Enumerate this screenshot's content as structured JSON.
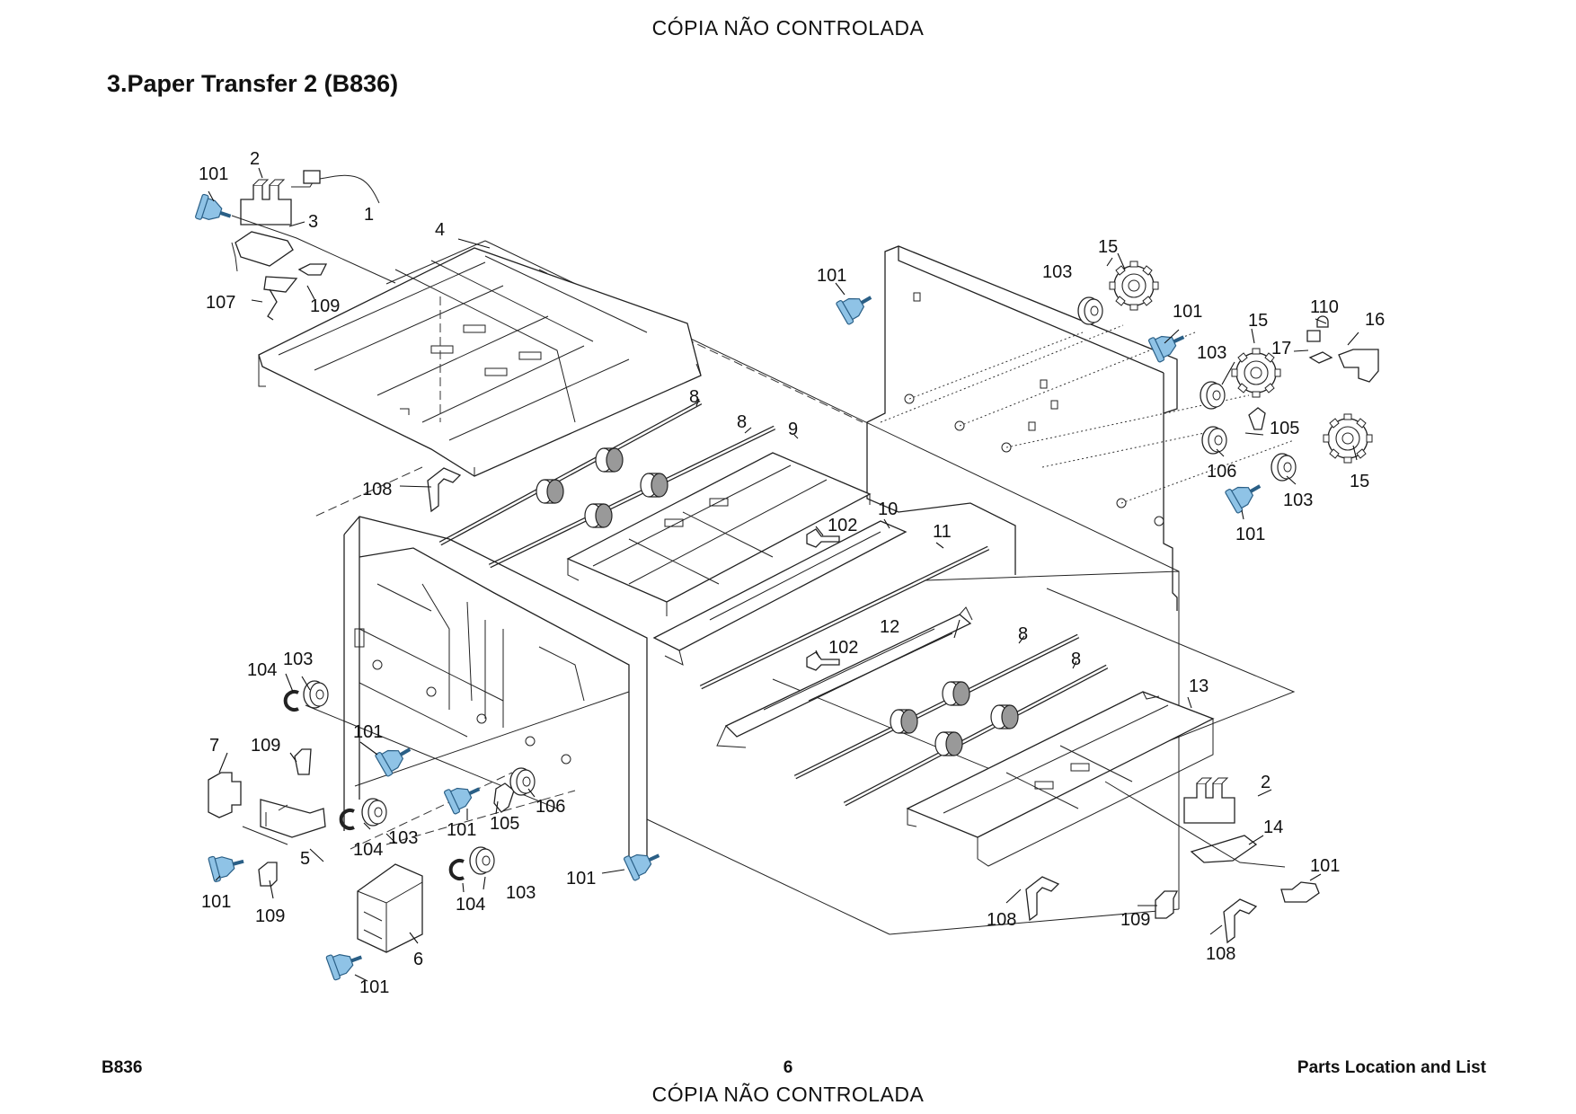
{
  "watermark": "CÓPIA NÃO CONTROLADA",
  "title": "3.Paper Transfer 2 (B836)",
  "footer": {
    "left": "B836",
    "page": "6",
    "right": "Parts Location and List"
  },
  "callouts": [
    "1",
    "2",
    "3",
    "4",
    "5",
    "6",
    "7",
    "8",
    "9",
    "10",
    "11",
    "12",
    "13",
    "14",
    "15",
    "16",
    "17",
    "101",
    "102",
    "103",
    "104",
    "105",
    "106",
    "107",
    "108",
    "109",
    "110"
  ],
  "colors": {
    "screw_fill": "#8fc3e6",
    "screw_stroke": "#2a5f86",
    "line": "#222222"
  }
}
